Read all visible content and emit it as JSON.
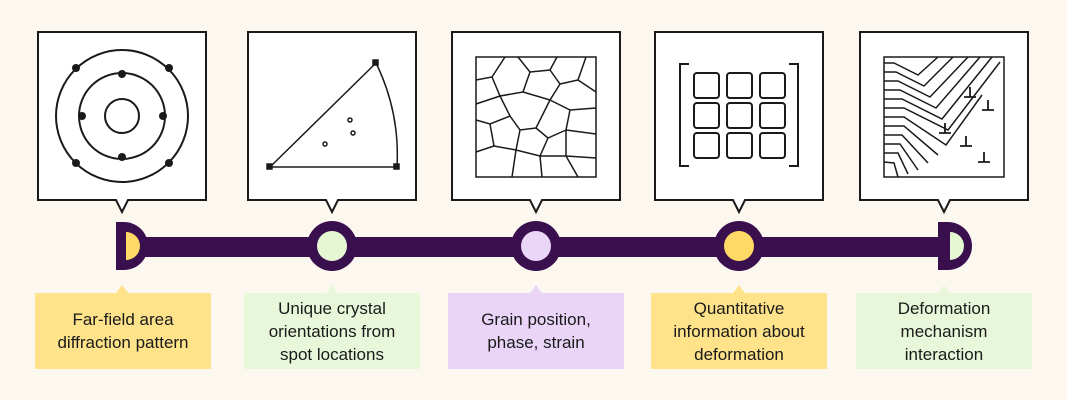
{
  "colors": {
    "background": "#fdf8ef",
    "timeline": "#3a0f4e",
    "yellow": "#ffd966",
    "green": "#e6f7d4",
    "purple": "#ead6f7",
    "yellow_label": "#ffe38a",
    "green_label": "#e8f7d9",
    "purple_label": "#ead5f8"
  },
  "stages": [
    {
      "icon": "diffraction-rings-icon",
      "label": "Far-field area diffraction pattern",
      "color": "yellow"
    },
    {
      "icon": "orientation-triangle-icon",
      "label": "Unique crystal orientations from spot locations",
      "color": "green"
    },
    {
      "icon": "grain-map-icon",
      "label": "Grain position, phase, strain",
      "color": "purple"
    },
    {
      "icon": "matrix-icon",
      "label": "Quantitative information about deformation",
      "color": "yellow"
    },
    {
      "icon": "deformation-dislocation-icon",
      "label": "Deformation mechanism interaction",
      "color": "green"
    }
  ]
}
